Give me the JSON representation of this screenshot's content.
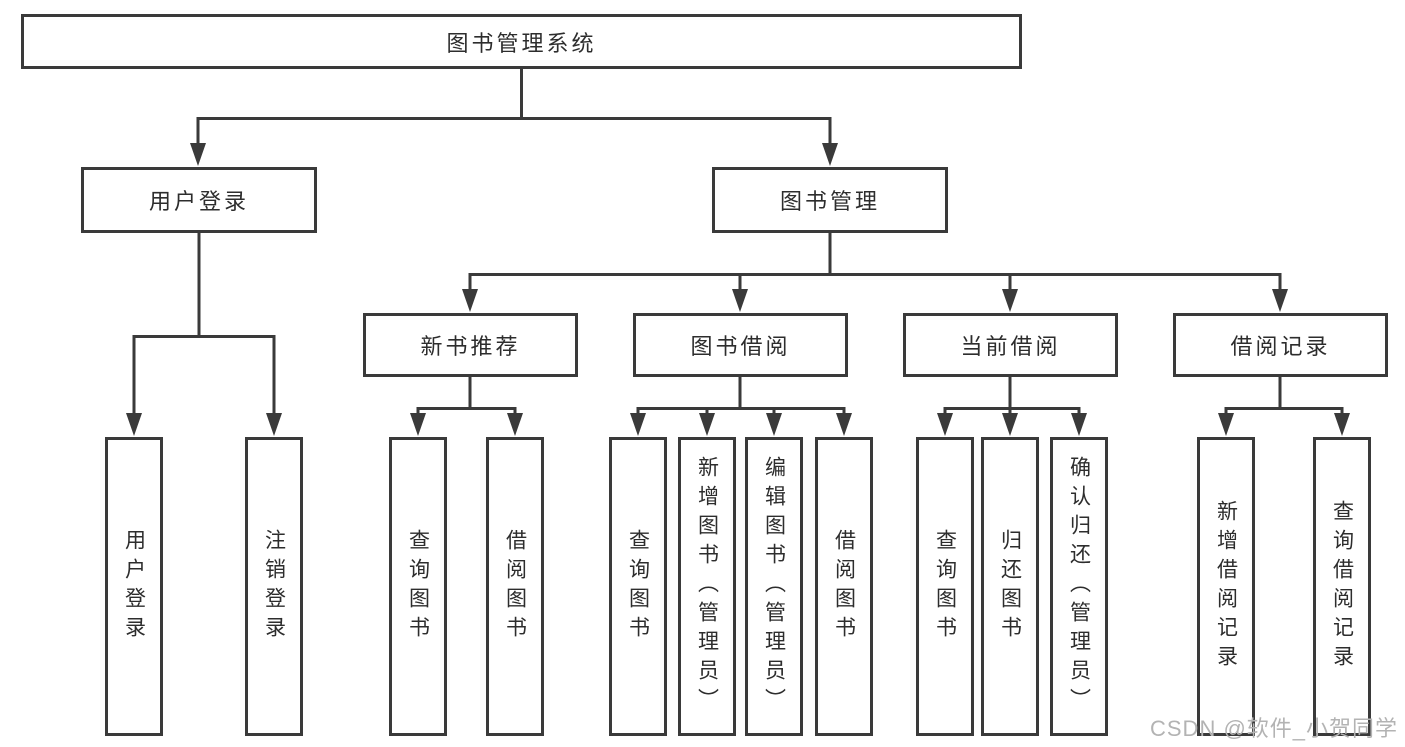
{
  "diagram": {
    "root": {
      "label": "图书管理系统"
    },
    "branches": [
      {
        "label": "用户登录"
      },
      {
        "label": "图书管理"
      }
    ],
    "modules": [
      {
        "label": "新书推荐",
        "parent": "图书管理"
      },
      {
        "label": "图书借阅",
        "parent": "图书管理"
      },
      {
        "label": "当前借阅",
        "parent": "图书管理"
      },
      {
        "label": "借阅记录",
        "parent": "图书管理"
      }
    ],
    "leaves": [
      {
        "label": "用户登录",
        "parent": "用户登录"
      },
      {
        "label": "注销登录",
        "parent": "用户登录"
      },
      {
        "label": "查询图书",
        "parent": "新书推荐"
      },
      {
        "label": "借阅图书",
        "parent": "新书推荐"
      },
      {
        "label": "查询图书",
        "parent": "图书借阅"
      },
      {
        "label": "新增图书（管理员）",
        "parent": "图书借阅"
      },
      {
        "label": "编辑图书（管理员）",
        "parent": "图书借阅"
      },
      {
        "label": "借阅图书",
        "parent": "图书借阅"
      },
      {
        "label": "查询图书",
        "parent": "当前借阅"
      },
      {
        "label": "归还图书",
        "parent": "当前借阅"
      },
      {
        "label": "确认归还（管理员）",
        "parent": "当前借阅"
      },
      {
        "label": "新增借阅记录",
        "parent": "借阅记录"
      },
      {
        "label": "查询借阅记录",
        "parent": "借阅记录"
      }
    ]
  },
  "watermark": {
    "text": "CSDN @软件_小贺同学"
  },
  "colors": {
    "line": "#3a3a3a",
    "text": "#2d2d2d",
    "watermark": "#b3b3b3",
    "background": "#ffffff"
  }
}
